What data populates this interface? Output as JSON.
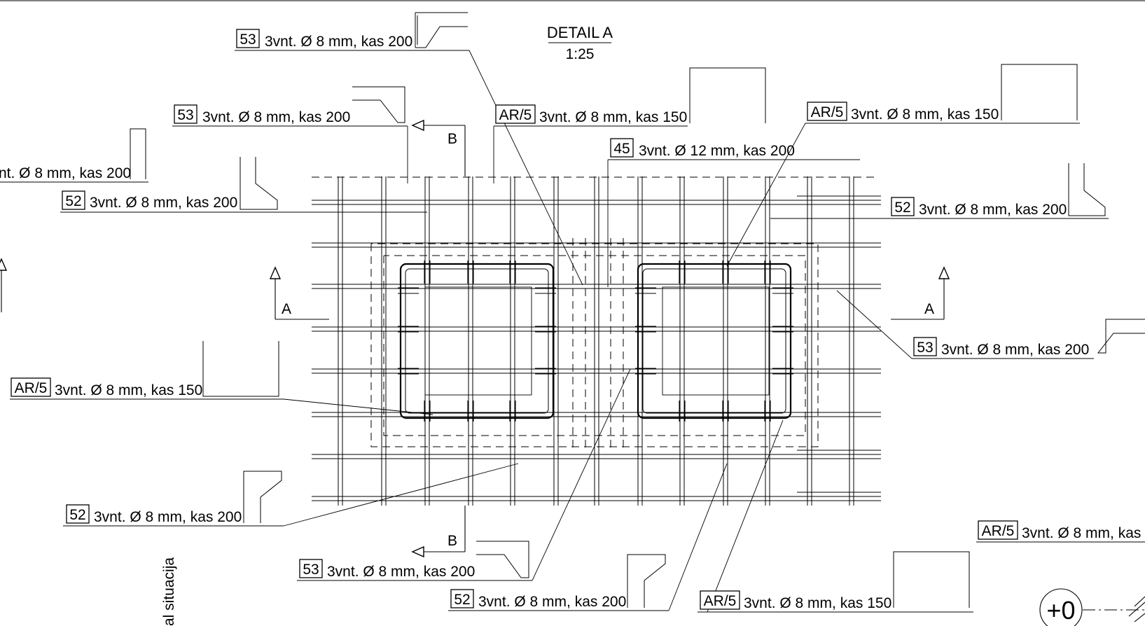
{
  "detail": {
    "title": "DETAIL A",
    "scale": "1:25"
  },
  "labels": {
    "l1": {
      "tag": "53",
      "text": "3vnt. Ø 8 mm, kas 200"
    },
    "l2": {
      "tag": "53",
      "text": "3vnt. Ø 8 mm, kas 200"
    },
    "l3": {
      "tag": "AR/5",
      "text": "3vnt. Ø 8 mm, kas 150"
    },
    "l4": {
      "tag": "AR/5",
      "text": "3vnt. Ø 8 mm, kas 150"
    },
    "l5": {
      "tag": "45",
      "text": "3vnt. Ø 12 mm, kas 200"
    },
    "l6": {
      "text": "nt. Ø 8 mm, kas 200"
    },
    "l7": {
      "tag": "52",
      "text": "3vnt. Ø 8 mm, kas 200"
    },
    "l8": {
      "tag": "52",
      "text": "3vnt. Ø 8 mm, kas 200"
    },
    "l9": {
      "tag": "53",
      "text": "3vnt. Ø 8 mm, kas 200"
    },
    "l10": {
      "tag": "AR/5",
      "text": "3vnt. Ø 8 mm, kas 150"
    },
    "l11": {
      "tag": "52",
      "text": "3vnt. Ø 8 mm, kas 200"
    },
    "l12": {
      "tag": "AR/5",
      "text": "3vnt. Ø 8 mm, kas"
    },
    "l13": {
      "tag": "53",
      "text": "3vnt. Ø 8 mm, kas 200"
    },
    "l14": {
      "tag": "52",
      "text": "3vnt. Ø 8 mm, kas 200"
    },
    "l15": {
      "tag": "AR/5",
      "text": "3vnt. Ø 8 mm, kas 150"
    }
  },
  "sections": {
    "a": "A",
    "b": "B"
  },
  "level": "+0",
  "side_text": "al situacija"
}
